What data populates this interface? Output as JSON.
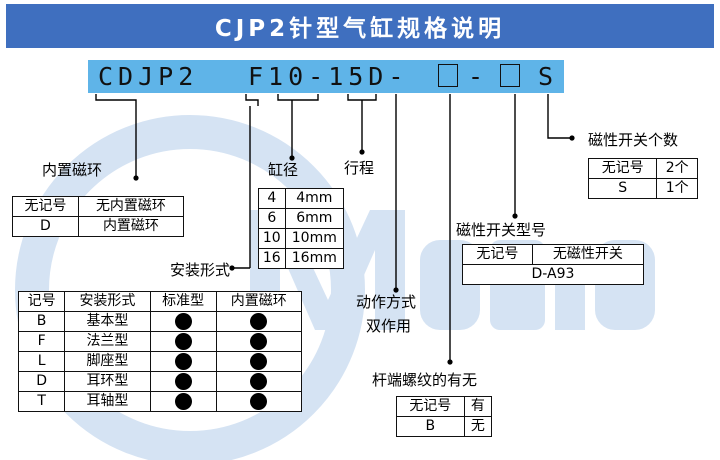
{
  "title": "CJP2针型气缸规格说明",
  "code": {
    "part1": "CDJP2",
    "part2": "F10-15D-",
    "sep": "-",
    "last": "S"
  },
  "colors": {
    "title_bg": "#3f6fbf",
    "code_bg": "#5fb4e8",
    "watermark": "#d5e3f3"
  },
  "magnet": {
    "label": "内置磁环",
    "rows": [
      [
        "无记号",
        "无内置磁环"
      ],
      [
        "D",
        "内置磁环"
      ]
    ]
  },
  "bore": {
    "label": "缸径",
    "rows": [
      [
        "4",
        "4mm"
      ],
      [
        "6",
        "6mm"
      ],
      [
        "10",
        "10mm"
      ],
      [
        "16",
        "16mm"
      ]
    ]
  },
  "stroke": {
    "label": "行程"
  },
  "mounting": {
    "label": "安装形式",
    "headers": [
      "记号",
      "安装形式",
      "标准型",
      "内置磁环"
    ],
    "rows": [
      [
        "B",
        "基本型"
      ],
      [
        "F",
        "法兰型"
      ],
      [
        "L",
        "脚座型"
      ],
      [
        "D",
        "耳环型"
      ],
      [
        "T",
        "耳轴型"
      ]
    ]
  },
  "action": {
    "line1": "动作方式",
    "line2": "双作用"
  },
  "rod_thread": {
    "label": "杆端螺纹的有无",
    "rows": [
      [
        "无记号",
        "有"
      ],
      [
        "B",
        "无"
      ]
    ]
  },
  "switch_model": {
    "label": "磁性开关型号",
    "rows": [
      [
        "无记号",
        "无磁性开关"
      ],
      [
        "D-A93"
      ]
    ]
  },
  "switch_count": {
    "label": "磁性开关个数",
    "rows": [
      [
        "无记号",
        "2个"
      ],
      [
        "S",
        "1个"
      ]
    ]
  }
}
